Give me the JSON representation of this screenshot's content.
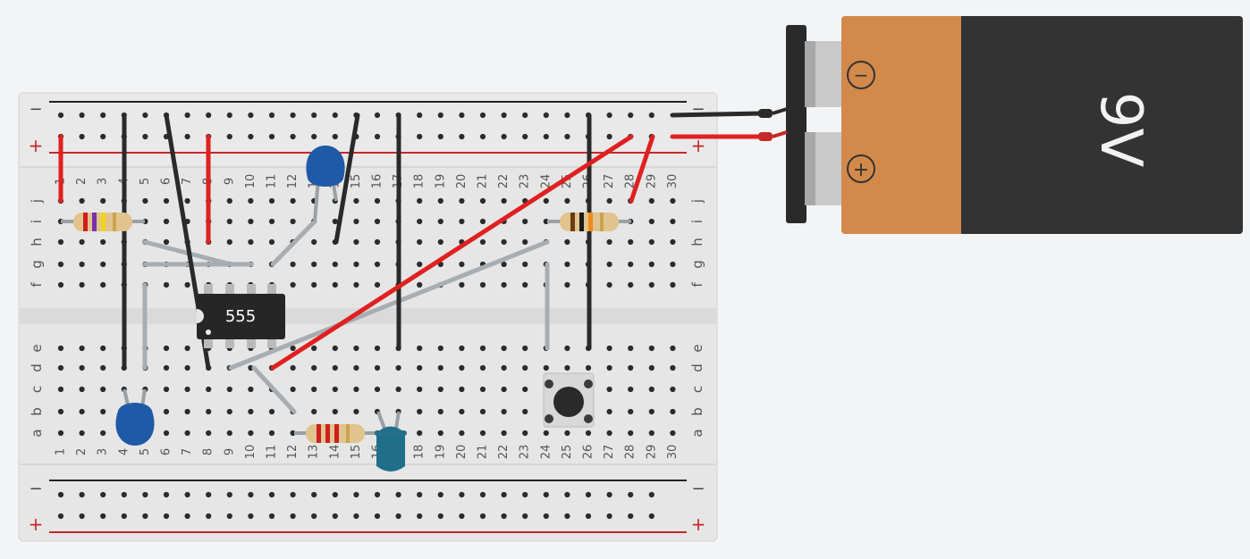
{
  "breadboard": {
    "column_count": 30,
    "row_letters_top": [
      "j",
      "i",
      "h",
      "g",
      "f"
    ],
    "row_letters_bottom": [
      "e",
      "d",
      "c",
      "b",
      "a"
    ],
    "minus_label": "−",
    "plus_label": "+"
  },
  "battery": {
    "label": "9V",
    "neg_symbol": "−",
    "pos_symbol": "+"
  },
  "ic": {
    "label": "555"
  },
  "colors": {
    "board": "#e6e6e6",
    "board_edge": "#d2d2d2",
    "hole": "#2b2b2b",
    "rail_red": "#c62828",
    "rail_black": "#222222",
    "wire_red": "#e02020",
    "wire_black": "#2a2a2a",
    "wire_gray": "#a8adb1",
    "cap_blue": "#1f5aa6",
    "led_teal": "#1f6f8b",
    "battery_orange": "#d3894a",
    "battery_dark": "#333333"
  }
}
